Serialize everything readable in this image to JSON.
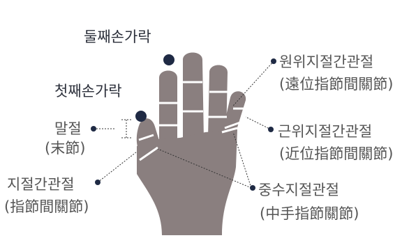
{
  "labels": {
    "second_finger": "둘째손가락",
    "first_finger": "첫째손가락",
    "distal_phalanx": "말절",
    "distal_phalanx_hanja": "(末節)",
    "ip_joint": "지절간관절",
    "ip_joint_hanja": "(指節間關節)",
    "dip_joint": "원위지절간관절",
    "dip_joint_hanja": "(遠位指節間關節)",
    "pip_joint": "근위지절간관절",
    "pip_joint_hanja": "(近位指節間關節)",
    "mcp_joint": "중수지절관절",
    "mcp_joint_hanja": "(中手指節關節)"
  },
  "colors": {
    "hand": "#8a7f7f",
    "joint_line": "#ffffff",
    "marker": "#1f2a44",
    "leader": "#333333",
    "text": "#555555"
  }
}
